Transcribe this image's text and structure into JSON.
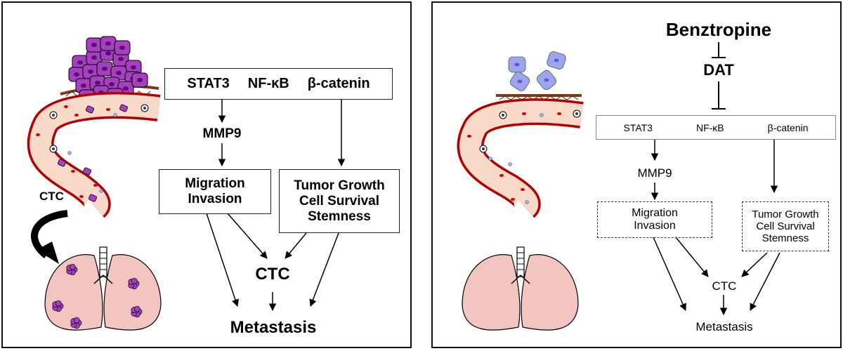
{
  "colors": {
    "vessel_wall": "#b30000",
    "vessel_fill": "#f9d9c8",
    "tumor_cell": "#a640c0",
    "tumor_nucleus": "#5a0f70",
    "lung_fill": "#f3c5c1",
    "basement_membrane": "#7a3a12",
    "arrow": "#000000",
    "neutralized_cell": "#9aa6ee"
  },
  "left": {
    "ctc_side_label": "CTC",
    "box_top": {
      "stat3": "STAT3",
      "nfkb": "NF-κB",
      "bcat": "β-catenin"
    },
    "mmp9": "MMP9",
    "box_migration": "Migration\nInvasion",
    "box_tumor": "Tumor Growth\nCell Survival\nStemness",
    "ctc": "CTC",
    "metastasis": "Metastasis"
  },
  "right": {
    "drug": "Benztropine",
    "target": "DAT",
    "box_top": {
      "stat3": "STAT3",
      "nfkb": "NF-κB",
      "bcat": "β-catenin"
    },
    "mmp9": "MMP9",
    "box_migration": "Migration\nInvasion",
    "box_tumor": "Tumor Growth\nCell Survival\nStemness",
    "ctc": "CTC",
    "metastasis": "Metastasis"
  }
}
